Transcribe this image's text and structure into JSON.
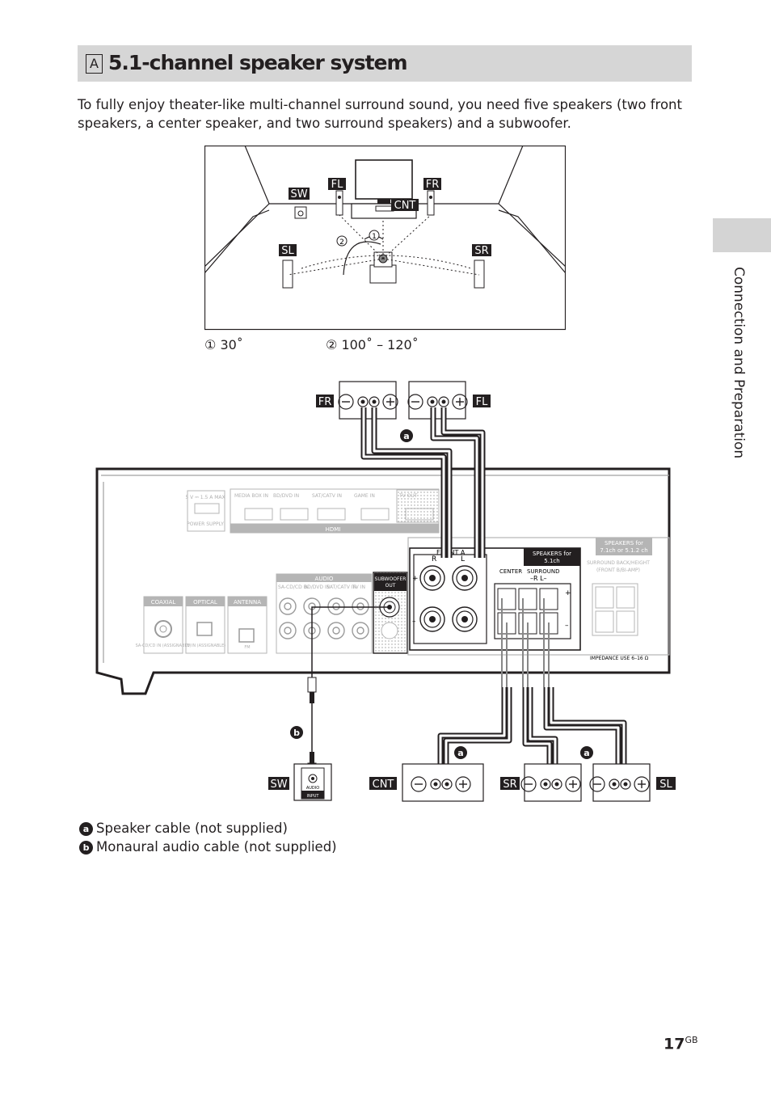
{
  "heading": {
    "box_letter": "A",
    "title": "5.1-channel speaker system"
  },
  "intro_text": "To fully enjoy theater-like multi-channel surround sound, you need five speakers (two front speakers, a center speaker, and two surround speakers) and a subwoofer.",
  "side_tab_label": "Connection and Preparation",
  "room_diagram": {
    "labels": {
      "fl": "FL",
      "fr": "FR",
      "sw": "SW",
      "cnt": "CNT",
      "sl": "SL",
      "sr": "SR"
    },
    "markers": {
      "one": "1",
      "two": "2"
    }
  },
  "angle_notes": {
    "one_marker": "①",
    "one_text": "30˚",
    "two_marker": "②",
    "two_text": "100˚ – 120˚"
  },
  "wiring": {
    "speaker_labels": {
      "fr": "FR",
      "fl": "FL",
      "sw": "SW",
      "cnt": "CNT",
      "sr": "SR",
      "sl": "SL"
    },
    "cable_markers": {
      "a": "a",
      "b": "b"
    },
    "sw_input_lines": [
      "AUDIO",
      "INPUT"
    ],
    "panel": {
      "hdmi_inputs": [
        "MEDIA BOX IN",
        "BD/DVD IN",
        "SAT/CATV IN",
        "GAME IN"
      ],
      "hdmi_label": "HDMI",
      "tv_out": "TV OUT",
      "power_rating": "5 V ⎓ 1.5 A MAX",
      "power_supply": "POWER SUPPLY",
      "coaxial": "COAXIAL",
      "coaxial_sub": "SA-CD/CD IN (ASSIGNABLE)",
      "optical": "OPTICAL",
      "optical_sub": "TV IN (ASSIGNABLE)",
      "antenna": "ANTENNA",
      "antenna_sub": "FM",
      "audio": "AUDIO",
      "audio_inputs": [
        "SA-CD/CD IN",
        "BD/DVD IN",
        "SAT/CATV IN",
        "TV IN"
      ],
      "subwoofer_out": [
        "SUBWOOFER",
        "OUT"
      ],
      "front_a": "FRONT A",
      "front_r": "R",
      "front_l": "L",
      "speakers_51": [
        "SPEAKERS for",
        "5.1ch"
      ],
      "center": "CENTER",
      "surround": "SURROUND",
      "surround_rl": "–R   L–",
      "speakers_71": [
        "SPEAKERS for",
        "7.1ch or 5.1.2 ch"
      ],
      "surround_back": [
        "SURROUND BACK/HEIGHT",
        "(FRONT B/BI-AMP)"
      ],
      "impedance": "IMPEDANCE USE 6–16 Ω"
    }
  },
  "legend": [
    {
      "marker": "a",
      "text": "Speaker cable (not supplied)"
    },
    {
      "marker": "b",
      "text": "Monaural audio cable (not supplied)"
    }
  ],
  "page": {
    "number": "17",
    "suffix": "GB"
  }
}
